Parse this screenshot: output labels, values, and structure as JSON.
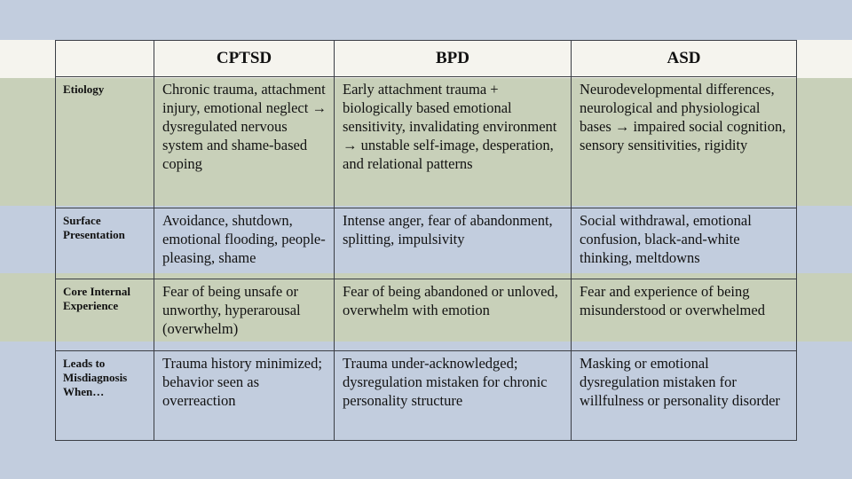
{
  "slide": {
    "kind": "presentation-slide comparison table",
    "colors": {
      "background_blue": "#c2cdde",
      "band_cream": "#f5f4ee",
      "band_sage": "#c8d0b9",
      "table_border": "#3b3e45",
      "text": "#121212"
    }
  },
  "table": {
    "columns": [
      "",
      "CPTSD",
      "BPD",
      "ASD"
    ],
    "rows": [
      {
        "label": "Etiology",
        "cells": [
          "Chronic trauma, attachment injury, emotional neglect → dysregulated nervous system and shame-based coping",
          "Early attachment trauma + biologically based emotional sensitivity, invalidating environment → unstable self-image, desperation, and relational patterns",
          "Neurodevelopmental differences, neurological and physiological bases → impaired social cognition, sensory sensitivities, rigidity"
        ]
      },
      {
        "label": "Surface Presentation",
        "cells": [
          "Avoidance, shutdown, emotional flooding, people-pleasing, shame",
          "Intense anger, fear of abandonment, splitting, impulsivity",
          "Social withdrawal, emotional confusion, black-and-white thinking, meltdowns"
        ]
      },
      {
        "label": "Core Internal Experience",
        "cells": [
          "Fear of being unsafe or unworthy, hyperarousal (overwhelm)",
          "Fear of being abandoned or unloved, overwhelm with emotion",
          "Fear and experience of being misunderstood or overwhelmed"
        ]
      },
      {
        "label": "Leads to Misdiagnosis When…",
        "cells": [
          "Trauma history minimized; behavior seen as overreaction",
          "Trauma under-acknowledged; dysregulation mistaken for chronic personality structure",
          "Masking or emotional dysregulation mistaken for willfulness or personality disorder"
        ]
      }
    ]
  }
}
